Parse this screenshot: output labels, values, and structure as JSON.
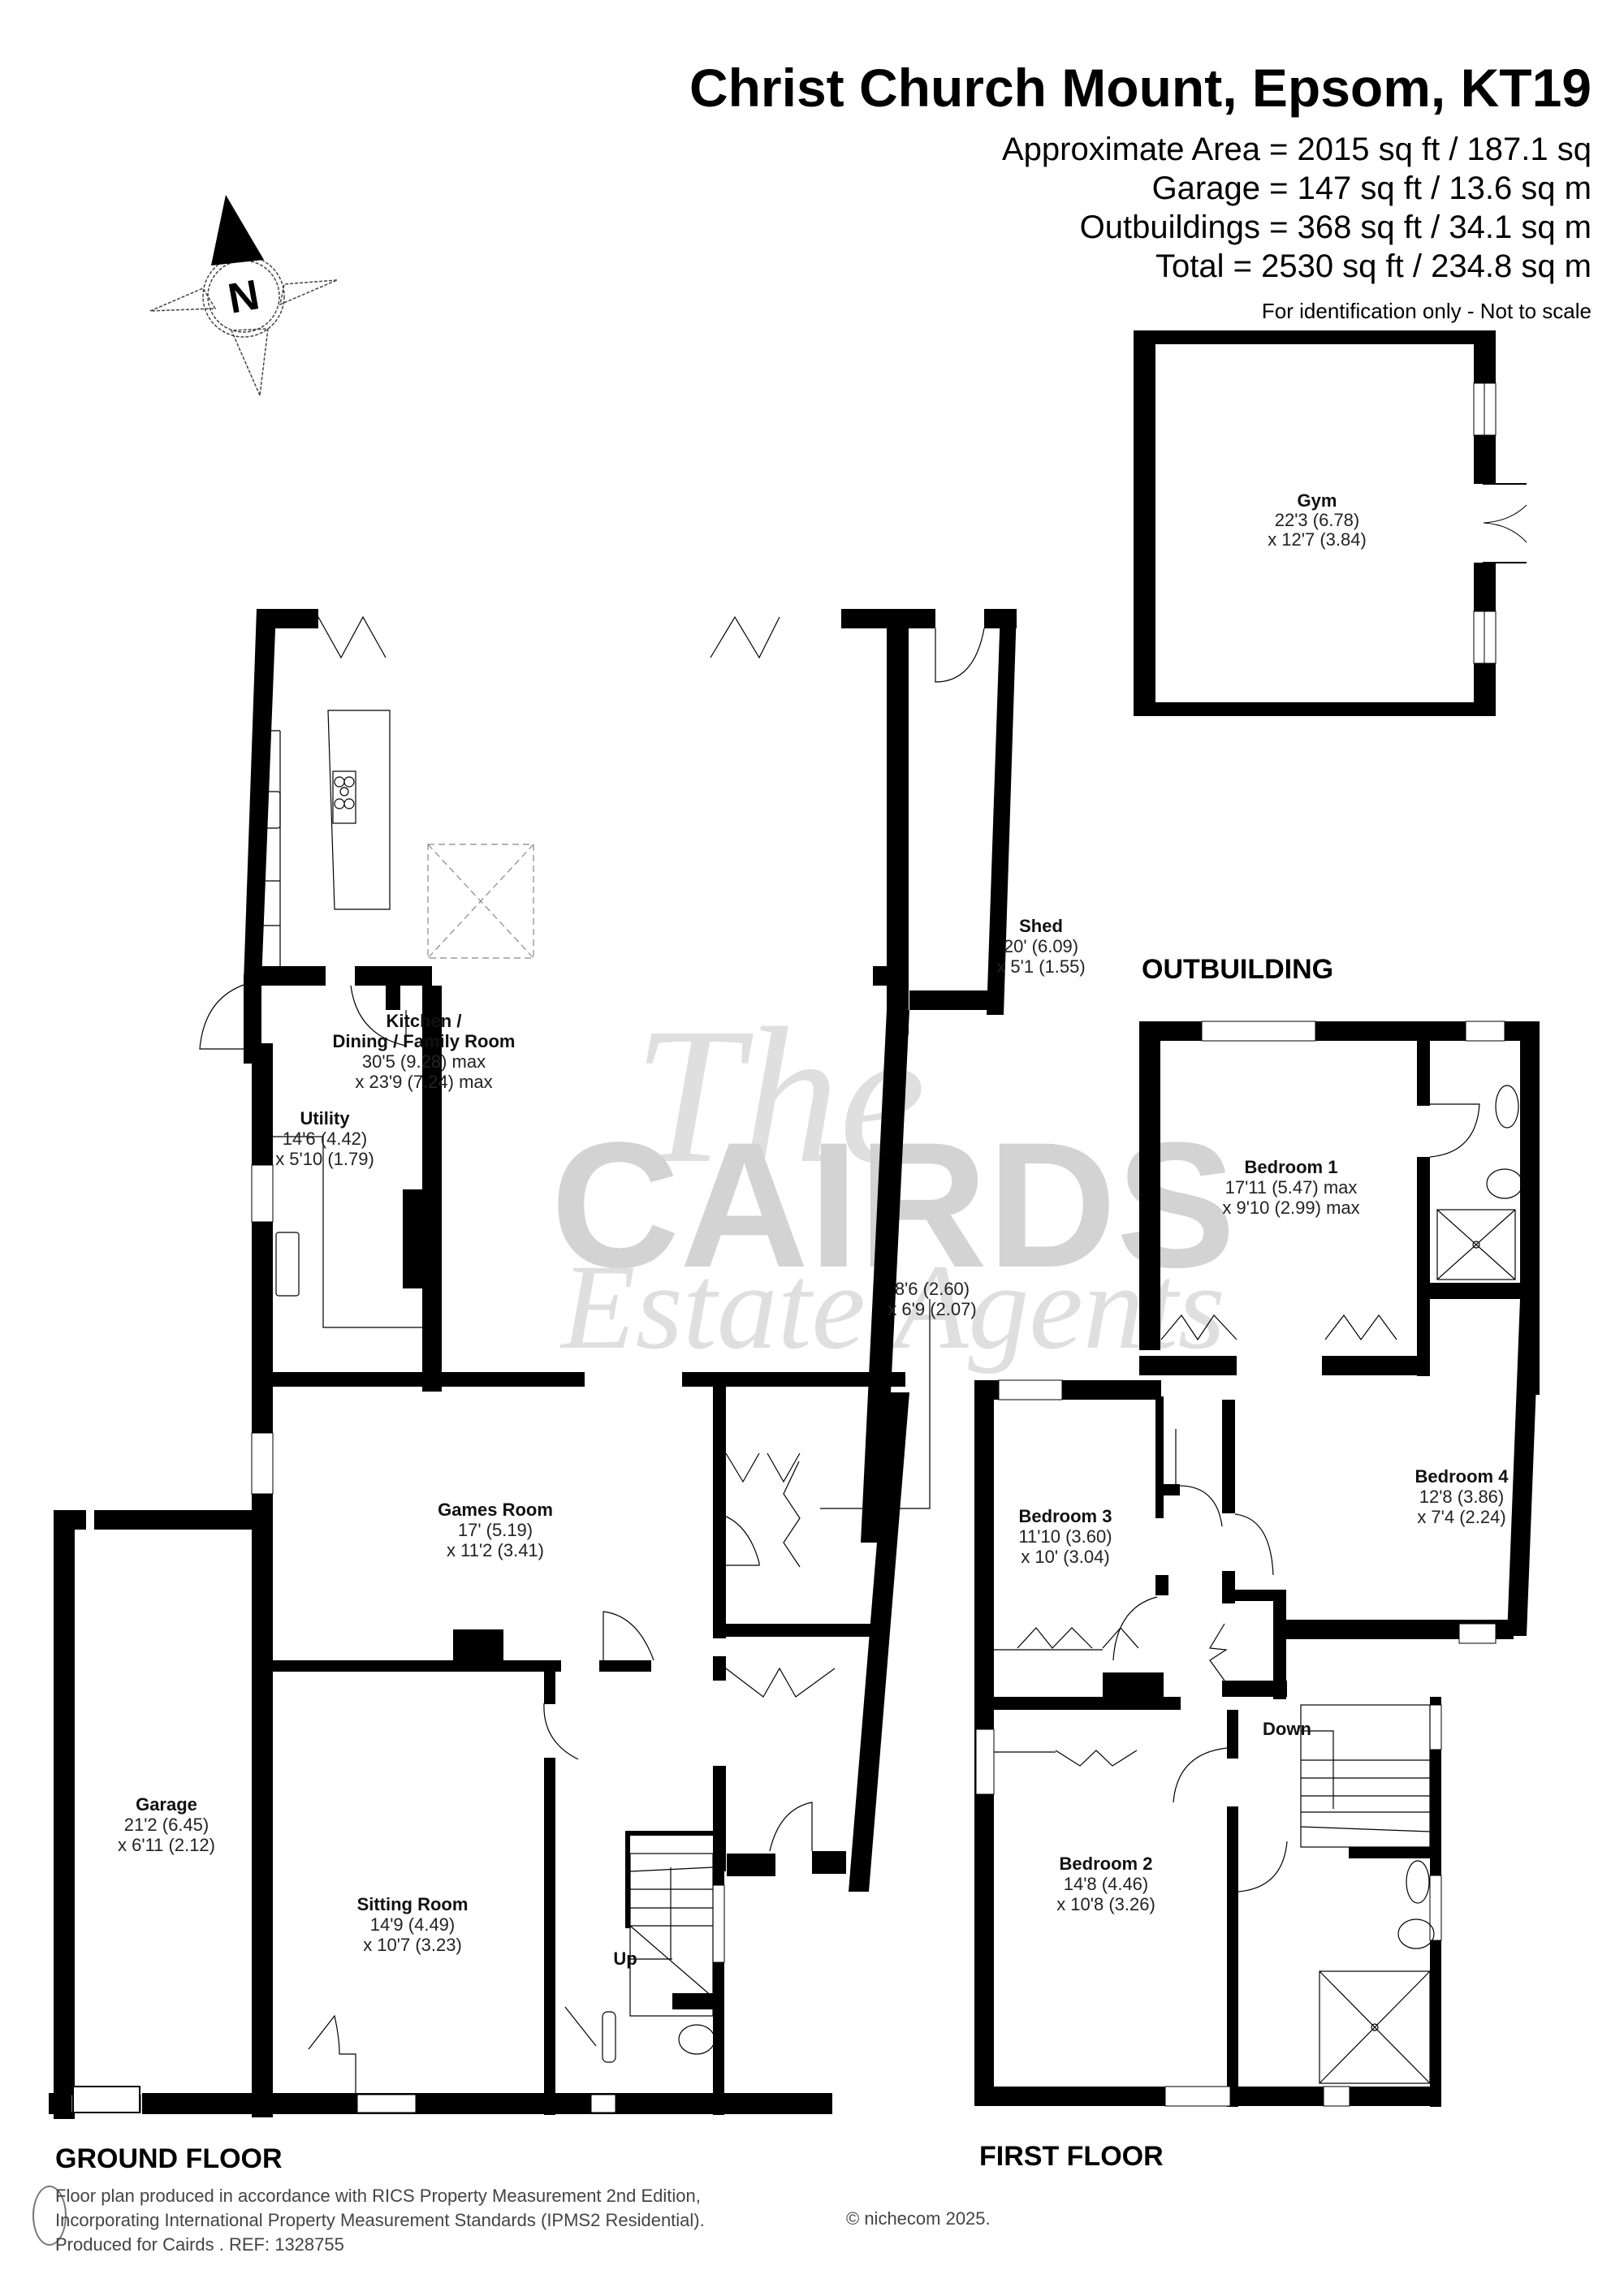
{
  "header": {
    "title": "Christ Church Mount, Epsom, KT19",
    "areas": [
      "Approximate Area = 2015 sq ft / 187.1 sq",
      "Garage = 147 sq ft / 13.6 sq m",
      "Outbuildings = 368 sq ft / 34.1 sq m",
      "Total = 2530 sq ft / 234.8 sq m"
    ],
    "disclaimer": "For identification only - Not to scale"
  },
  "compass": {
    "label": "N",
    "icon": "north-arrow-compass-icon"
  },
  "watermark": {
    "line1": "The",
    "line2": "CAIRDS",
    "line3": "Estate Agents",
    "color": "#d0d0d0"
  },
  "floors": {
    "outbuilding": {
      "label": "OUTBUILDING",
      "rooms": [
        {
          "name": "Gym",
          "dim1": "22'3 (6.78)",
          "dim2": "x 12'7 (3.84)"
        }
      ]
    },
    "ground": {
      "label": "GROUND FLOOR",
      "rooms": [
        {
          "name": "Kitchen /",
          "name2": "Dining / Family Room",
          "dim1": "30'5 (9.28) max",
          "dim2": "x 23'9 (7.24) max"
        },
        {
          "name": "Shed",
          "dim1": "20' (6.09)",
          "dim2": "x 5'1 (1.55)"
        },
        {
          "name": "Utility",
          "dim1": "14'6 (4.42)",
          "dim2": "x 5'10 (1.79)"
        },
        {
          "name": "",
          "dim1": "8'6 (2.60)",
          "dim2": "x 6'9 (2.07)"
        },
        {
          "name": "Games Room",
          "dim1": "17' (5.19)",
          "dim2": "x 11'2 (3.41)"
        },
        {
          "name": "Garage",
          "dim1": "21'2 (6.45)",
          "dim2": "x 6'11 (2.12)"
        },
        {
          "name": "Sitting Room",
          "dim1": "14'9 (4.49)",
          "dim2": "x 10'7 (3.23)"
        }
      ],
      "stairs_label": "Up"
    },
    "first": {
      "label": "FIRST FLOOR",
      "rooms": [
        {
          "name": "Bedroom 1",
          "dim1": "17'11 (5.47) max",
          "dim2": "x 9'10 (2.99) max"
        },
        {
          "name": "Bedroom 3",
          "dim1": "11'10 (3.60)",
          "dim2": "x 10' (3.04)"
        },
        {
          "name": "Bedroom 4",
          "dim1": "12'8 (3.86)",
          "dim2": "x 7'4 (2.24)"
        },
        {
          "name": "Bedroom 2",
          "dim1": "14'8 (4.46)",
          "dim2": "x 10'8 (3.26)"
        }
      ],
      "stairs_label": "Down"
    }
  },
  "footer": {
    "line1": "Floor plan produced in accordance with RICS Property Measurement 2nd Edition,",
    "line2": "Incorporating International Property Measurement Standards (IPMS2 Residential).",
    "line3": "Produced for Cairds .   REF:  1328755",
    "copyright": "© nichecom 2025.",
    "icon": "person-info-icon"
  }
}
